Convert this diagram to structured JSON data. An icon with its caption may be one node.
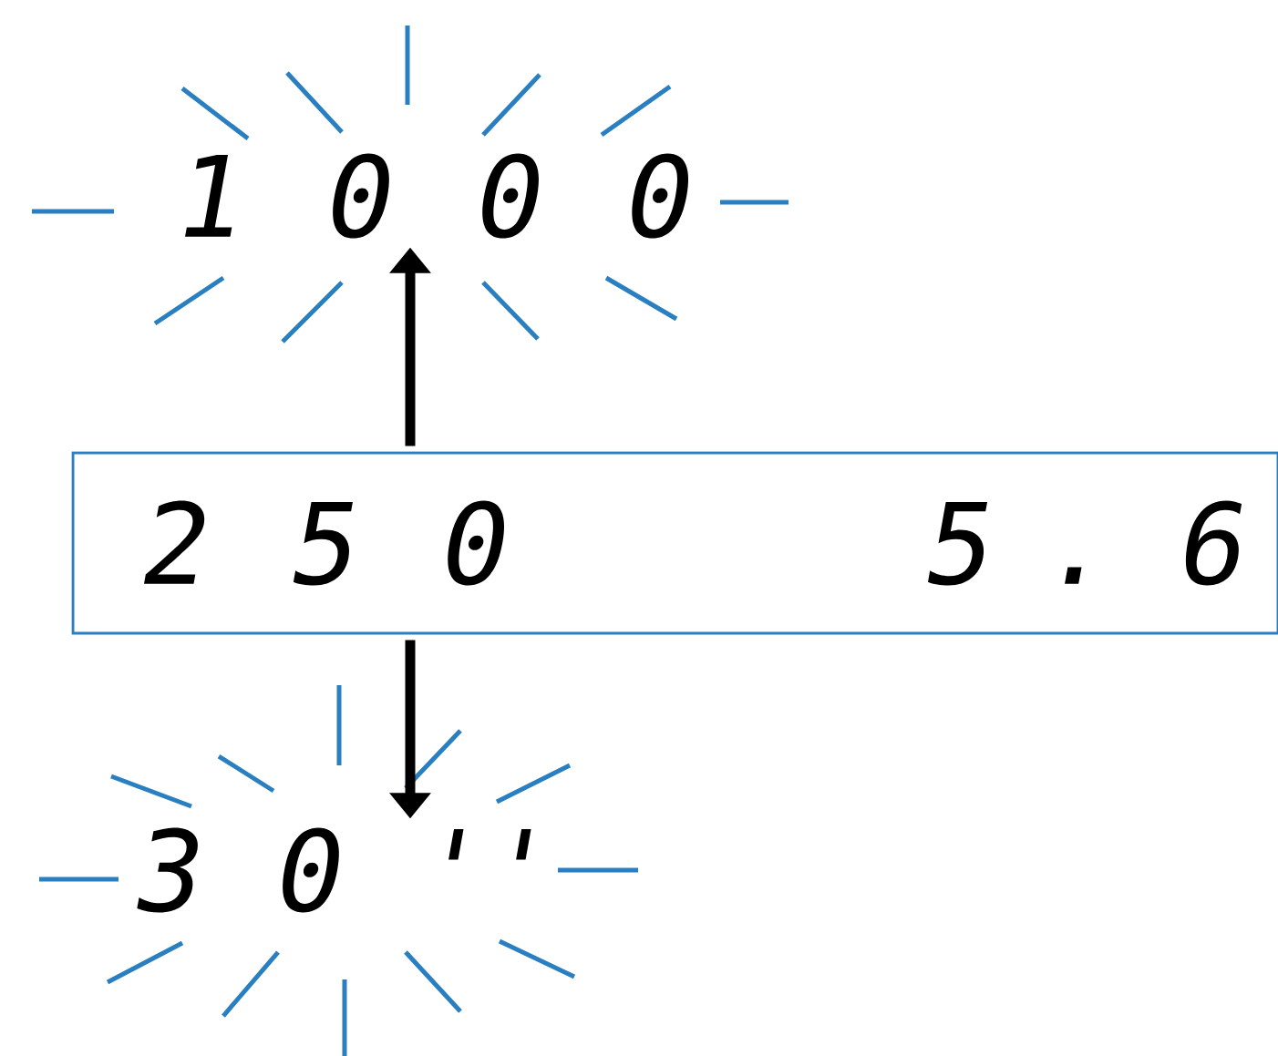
{
  "diagram": {
    "nodes": [
      {
        "text": [
          "1 0 0 0"
        ]
      },
      {
        "text": [
          "2 5 0",
          "5 . 6"
        ]
      },
      {
        "text": [
          "3 0 ''"
        ]
      }
    ],
    "edges": [
      {
        "from": 1,
        "to": 0,
        "arrow": "to"
      },
      {
        "from": 1,
        "to": 2,
        "arrow": "to"
      }
    ]
  }
}
